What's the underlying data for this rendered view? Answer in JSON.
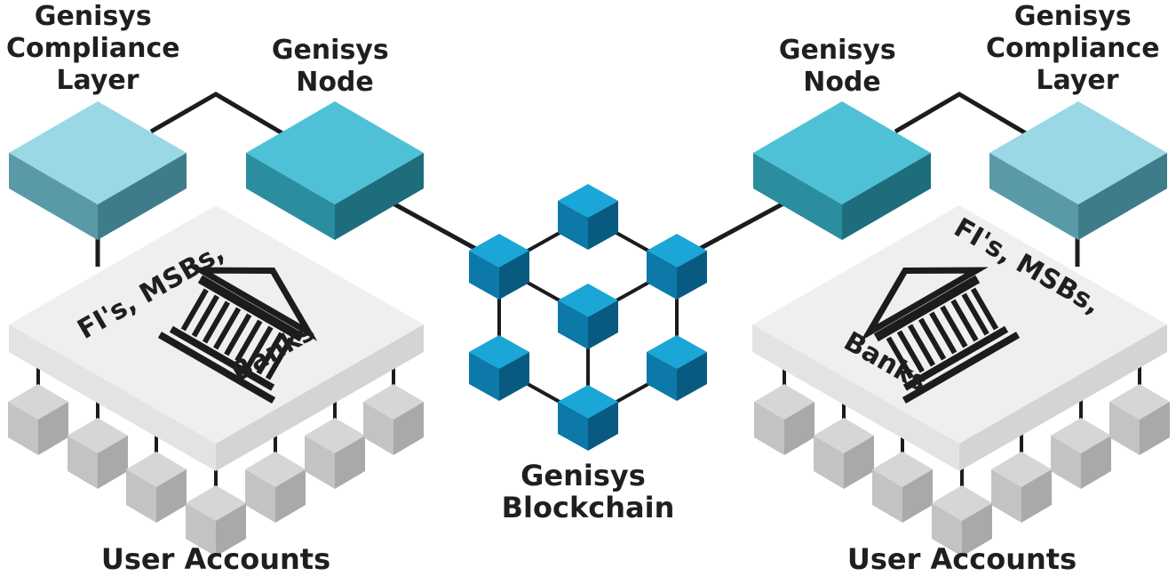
{
  "labels": {
    "left_compliance": [
      "Genisys",
      "Compliance",
      "Layer"
    ],
    "left_node": [
      "Genisys",
      "Node"
    ],
    "right_node": [
      "Genisys",
      "Node"
    ],
    "right_compliance": [
      "Genisys",
      "Compliance",
      "Layer"
    ],
    "blockchain": [
      "Genisys",
      "Blockchain"
    ],
    "left_institutions_top": "FI's, MSBs,",
    "left_institutions_bottom": "Banks",
    "right_institutions_top": "FI's, MSBs,",
    "right_institutions_bottom": "Banks",
    "left_users": "User Accounts",
    "right_users": "User Accounts"
  },
  "colors": {
    "compliance_top": "#9ad8e6",
    "compliance_left": "#5a9aa8",
    "compliance_right": "#3f7c8a",
    "node_top": "#4fc1d6",
    "node_left": "#2a8e9e",
    "node_right": "#1d6d7d",
    "block_top": "#1aa6d6",
    "block_left": "#0c79a8",
    "block_right": "#085a80",
    "platform_top": "#efefef",
    "platform_left": "#e3e3e3",
    "platform_right": "#d2d2d2",
    "user_top": "#d6d6d6",
    "user_left": "#c3c3c3",
    "user_right": "#a9a9a9",
    "line": "#1c1c1c"
  },
  "icons": [
    "bank-icon",
    "bank-icon"
  ]
}
